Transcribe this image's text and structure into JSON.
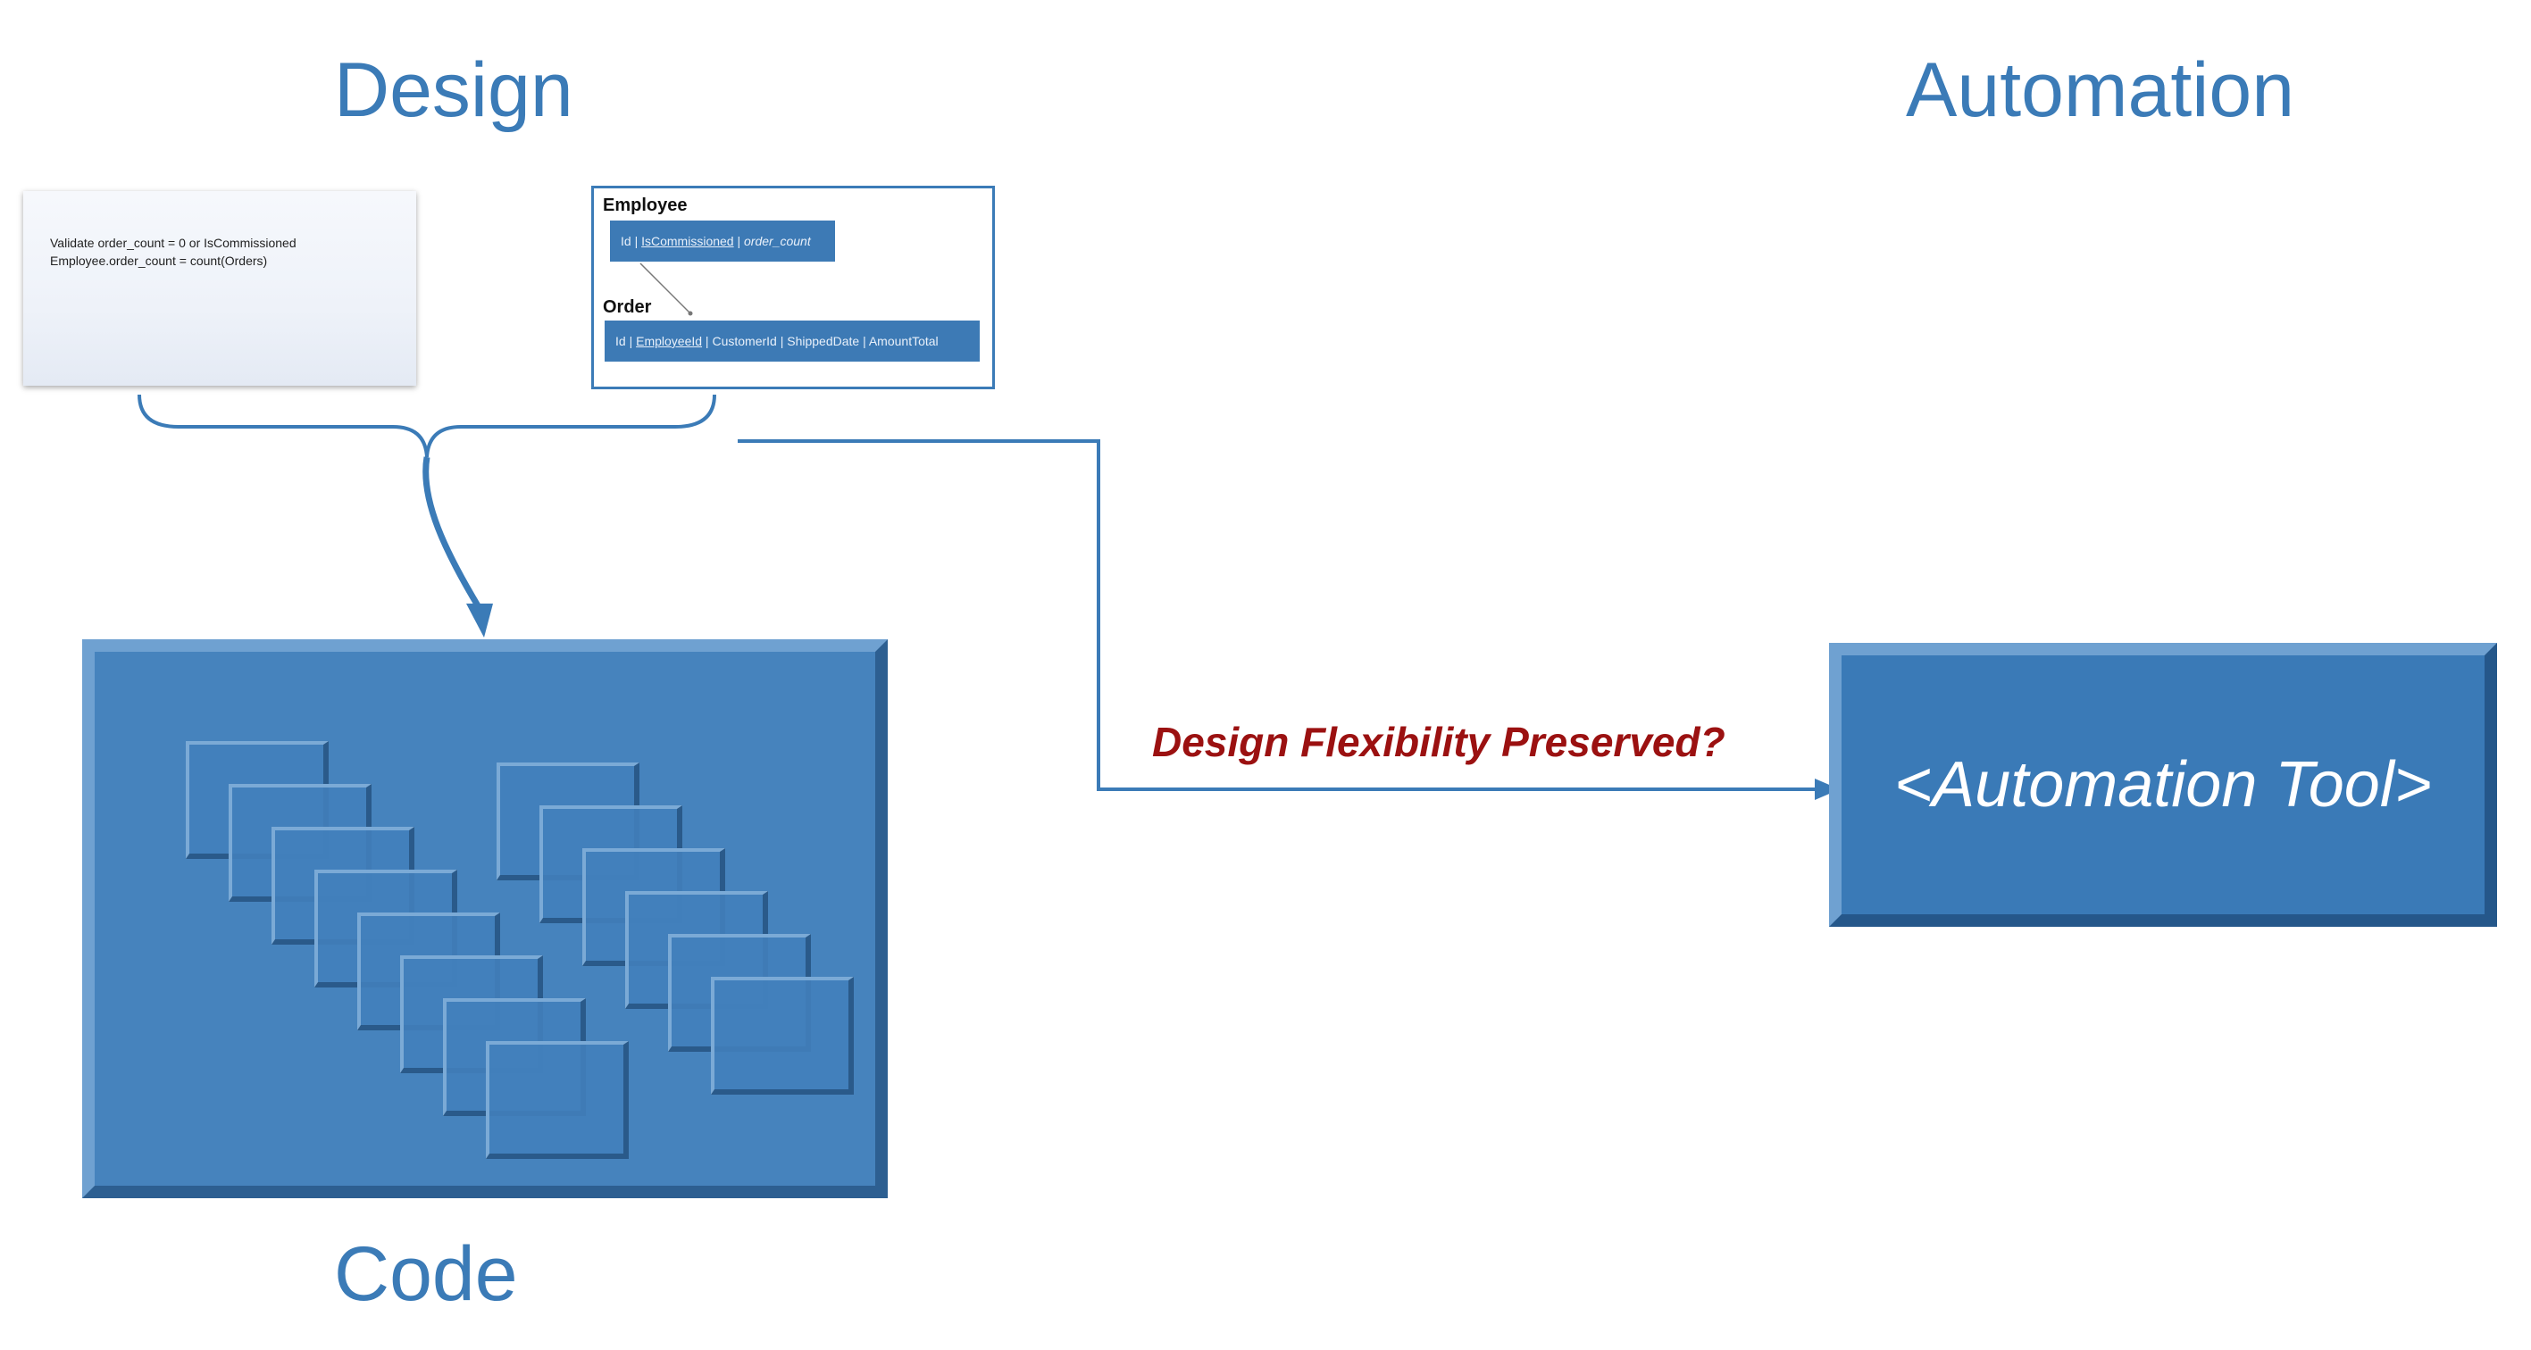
{
  "headings": {
    "design": "Design",
    "automation": "Automation",
    "code": "Code"
  },
  "napkin": {
    "line1": "Validate order_count  = 0 or IsCommissioned",
    "line2": "Employee.order_count  = count(Orders)"
  },
  "schema": {
    "employee": {
      "name": "Employee",
      "field_id": "Id",
      "field_iscommissioned": "IsCommissioned",
      "field_order_count": "order_count",
      "sep": " | "
    },
    "order": {
      "name": "Order",
      "field_id": "Id",
      "field_employeeid": "EmployeeId",
      "field_rest": "CustomerId | ShippedDate | AmountTotal",
      "sep": " | "
    }
  },
  "connector_label": "Design Flexibility Preserved?",
  "automation_tool": {
    "label": "<Automation Tool>"
  },
  "colors": {
    "accent_blue": "#3B7BB7",
    "box_blue": "#4683BD",
    "question_red": "#9B1111"
  }
}
